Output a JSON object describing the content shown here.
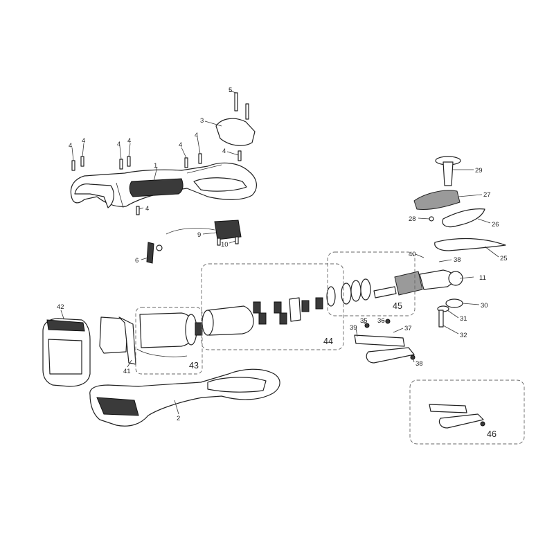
{
  "callouts": {
    "c1": "1",
    "c2": "2",
    "c3": "3",
    "c4a": "4",
    "c4b": "4",
    "c4c": "4",
    "c4d": "4",
    "c4e": "4",
    "c4f": "4",
    "c4g": "4",
    "c4h": "4",
    "c5": "5",
    "c6": "6",
    "c9": "9",
    "c10": "10",
    "c11": "11",
    "c25": "25",
    "c26": "26",
    "c27": "27",
    "c28": "28",
    "c29": "29",
    "c30": "30",
    "c31": "31",
    "c32": "32",
    "c35": "35",
    "c36": "36",
    "c37": "37",
    "c38a": "38",
    "c38b": "38",
    "c39": "39",
    "c40": "40",
    "c41": "41",
    "c42": "42"
  },
  "groups": {
    "g43": "43",
    "g44": "44",
    "g45": "45",
    "g46": "46"
  }
}
